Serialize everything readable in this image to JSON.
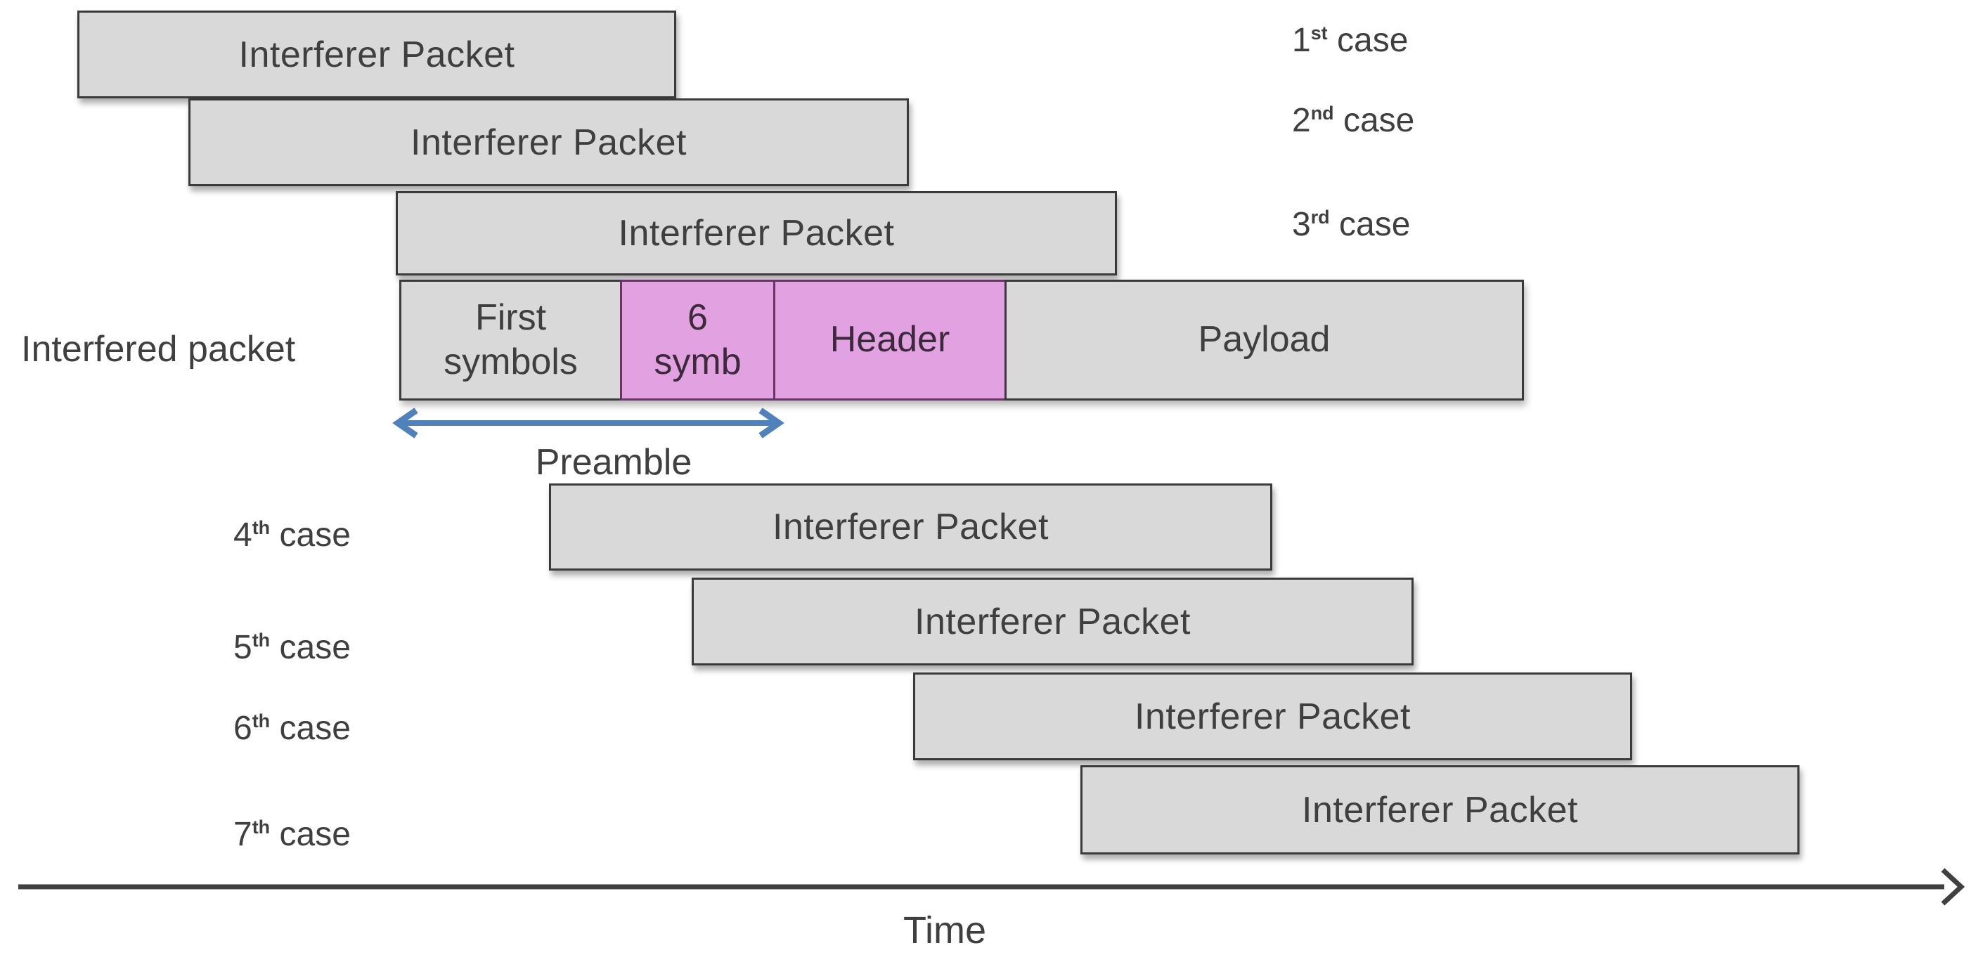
{
  "colors": {
    "box_gray": "#d9d9d9",
    "box_pink": "#e2a2e1",
    "border_dark": "#3a3a3a",
    "border_pink": "#693366",
    "arrow_blue": "#4f81bd",
    "axis_gray": "#404040",
    "text_dark": "#3f3f3f"
  },
  "interferer_boxes": [
    {
      "label": "Interferer Packet"
    },
    {
      "label": "Interferer Packet"
    },
    {
      "label": "Interferer Packet"
    },
    {
      "label": "Interferer Packet"
    },
    {
      "label": "Interferer Packet"
    },
    {
      "label": "Interferer Packet"
    },
    {
      "label": "Interferer Packet"
    }
  ],
  "case_labels": [
    {
      "ordinal": "1",
      "suffix": "st",
      "word": "case"
    },
    {
      "ordinal": "2",
      "suffix": "nd",
      "word": "case"
    },
    {
      "ordinal": "3",
      "suffix": "rd",
      "word": "case"
    },
    {
      "ordinal": "4",
      "suffix": "th",
      "word": "case"
    },
    {
      "ordinal": "5",
      "suffix": "th",
      "word": "case"
    },
    {
      "ordinal": "6",
      "suffix": "th",
      "word": "case"
    },
    {
      "ordinal": "7",
      "suffix": "th",
      "word": "case"
    }
  ],
  "interfered_packet": {
    "label": "Interfered packet",
    "segments": [
      {
        "line1": "First",
        "line2": "symbols",
        "style": "gray"
      },
      {
        "line1": "6",
        "line2": "symb",
        "style": "pink"
      },
      {
        "line1": "Header",
        "line2": "",
        "style": "pink"
      },
      {
        "line1": "Payload",
        "line2": "",
        "style": "gray"
      }
    ]
  },
  "preamble": {
    "label": "Preamble"
  },
  "time_axis": {
    "label": "Time"
  }
}
